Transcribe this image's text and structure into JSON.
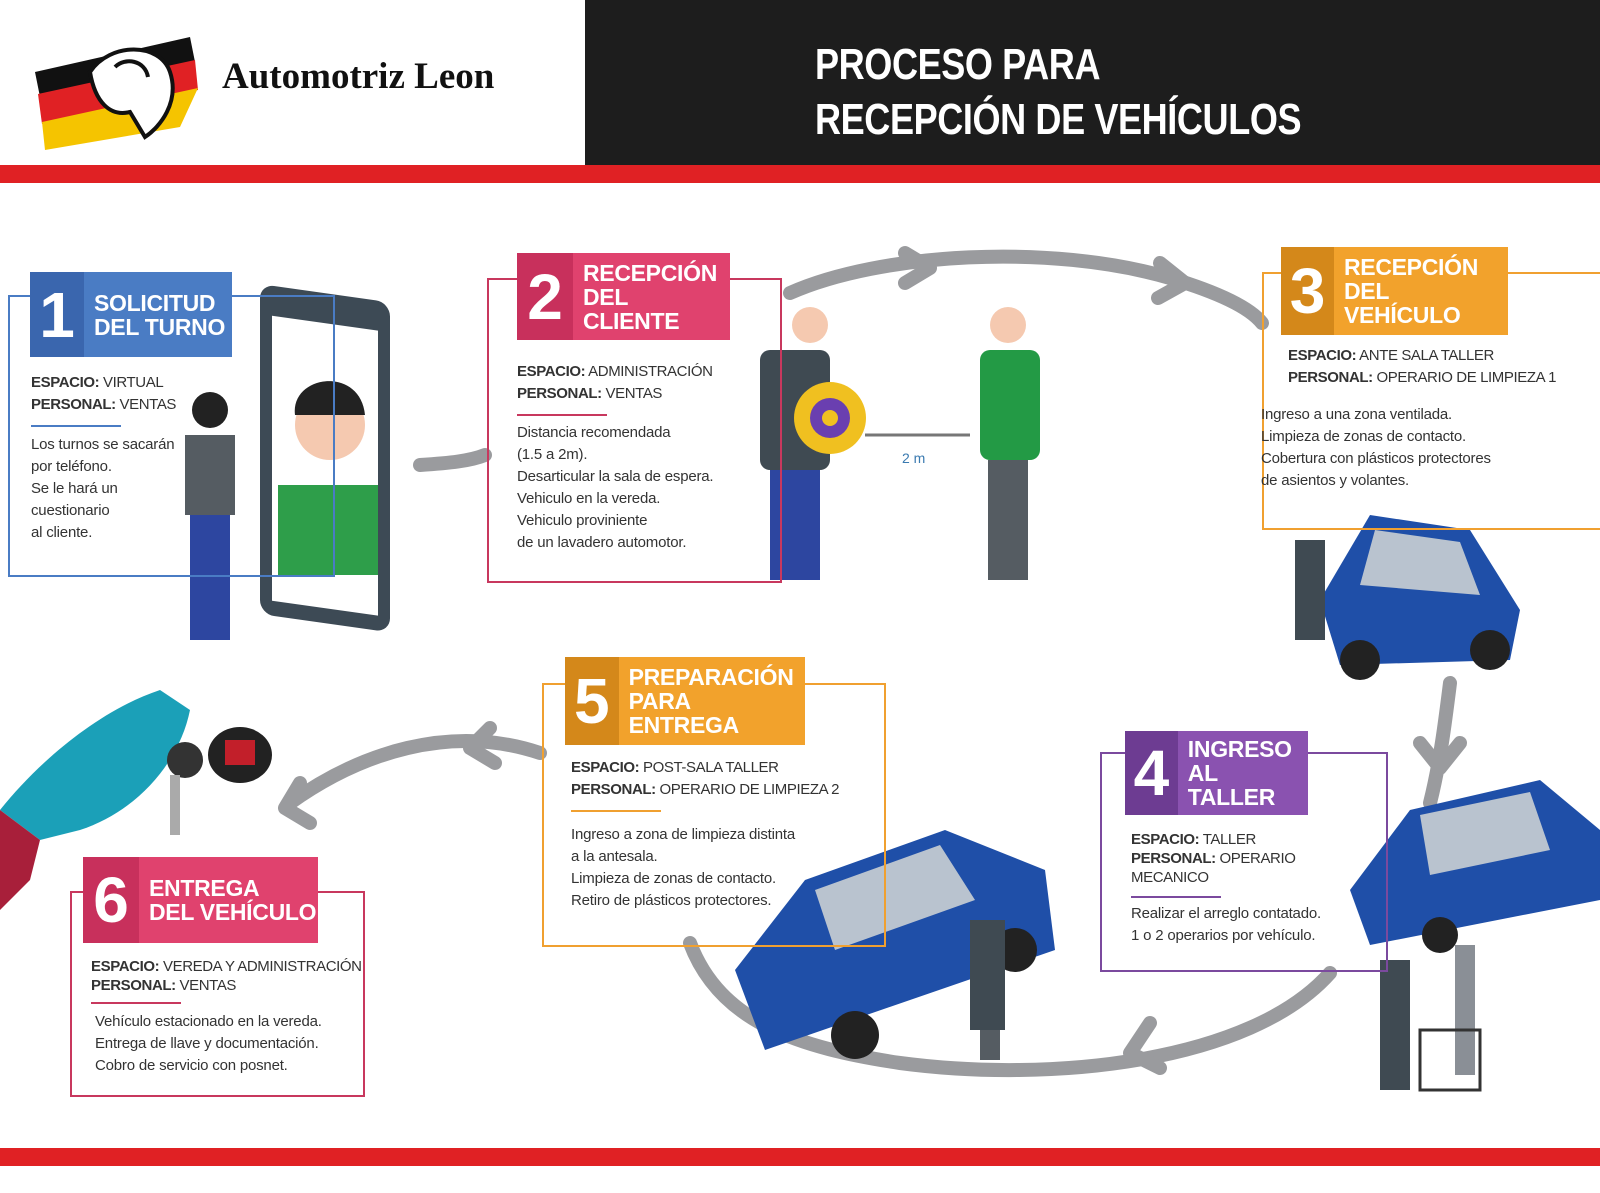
{
  "header": {
    "brand": "Automotriz Leon",
    "title_line1": "PROCESO PARA",
    "title_line2": "RECEPCIÓN DE VEHÍCULOS"
  },
  "labels": {
    "espacio": "ESPACIO:",
    "personal": "PERSONAL:"
  },
  "distance_label": "2 m",
  "colors": {
    "red": "#e02124",
    "blue": "#4a7cc4",
    "pink": "#d93a68",
    "orange": "#f0a030",
    "purple": "#7b4a9e",
    "arrow": "#9a9b9e",
    "car": "#1f4fa8"
  },
  "steps": [
    {
      "number": "1",
      "title1": "SOLICITUD",
      "title2": "DEL TURNO",
      "espacio": "VIRTUAL",
      "personal": "VENTAS",
      "text": "Los turnos se sacarán\npor teléfono.\nSe le hará un\ncuestionario\nal cliente."
    },
    {
      "number": "2",
      "title1": "RECEPCIÓN",
      "title2": "DEL CLIENTE",
      "espacio": "ADMINISTRACIÓN",
      "personal": "VENTAS",
      "text": "Distancia recomendada\n(1.5 a 2m).\nDesarticular la sala de espera.\nVehiculo en la vereda.\nVehiculo proviniente\nde un lavadero automotor."
    },
    {
      "number": "3",
      "title1": "RECEPCIÓN",
      "title2": "DEL VEHÍCULO",
      "espacio": "ANTE SALA TALLER",
      "personal": "OPERARIO DE LIMPIEZA 1",
      "text": "Ingreso a una zona ventilada.\nLimpieza de zonas de contacto.\nCobertura con plásticos protectores\nde asientos y volantes."
    },
    {
      "number": "4",
      "title1": "INGRESO",
      "title2": "AL TALLER",
      "espacio": "TALLER",
      "personal": "OPERARIO",
      "personal2": "MECANICO",
      "text": "Realizar el arreglo contatado.\n1 o 2 operarios por vehículo."
    },
    {
      "number": "5",
      "title1": "PREPARACIÓN",
      "title2": "PARA ENTREGA",
      "espacio": "POST-SALA TALLER",
      "personal": "OPERARIO DE LIMPIEZA 2",
      "text": "Ingreso a zona de limpieza distinta\na la antesala.\nLimpieza de zonas de contacto.\nRetiro de plásticos protectores."
    },
    {
      "number": "6",
      "title1": "ENTREGA",
      "title2": "DEL VEHÍCULO",
      "espacio": "VEREDA Y ADMINISTRACIÓN",
      "personal": "VENTAS",
      "text": "Vehículo estacionado en la vereda.\nEntrega de llave y documentación.\nCobro de servicio con posnet."
    }
  ]
}
